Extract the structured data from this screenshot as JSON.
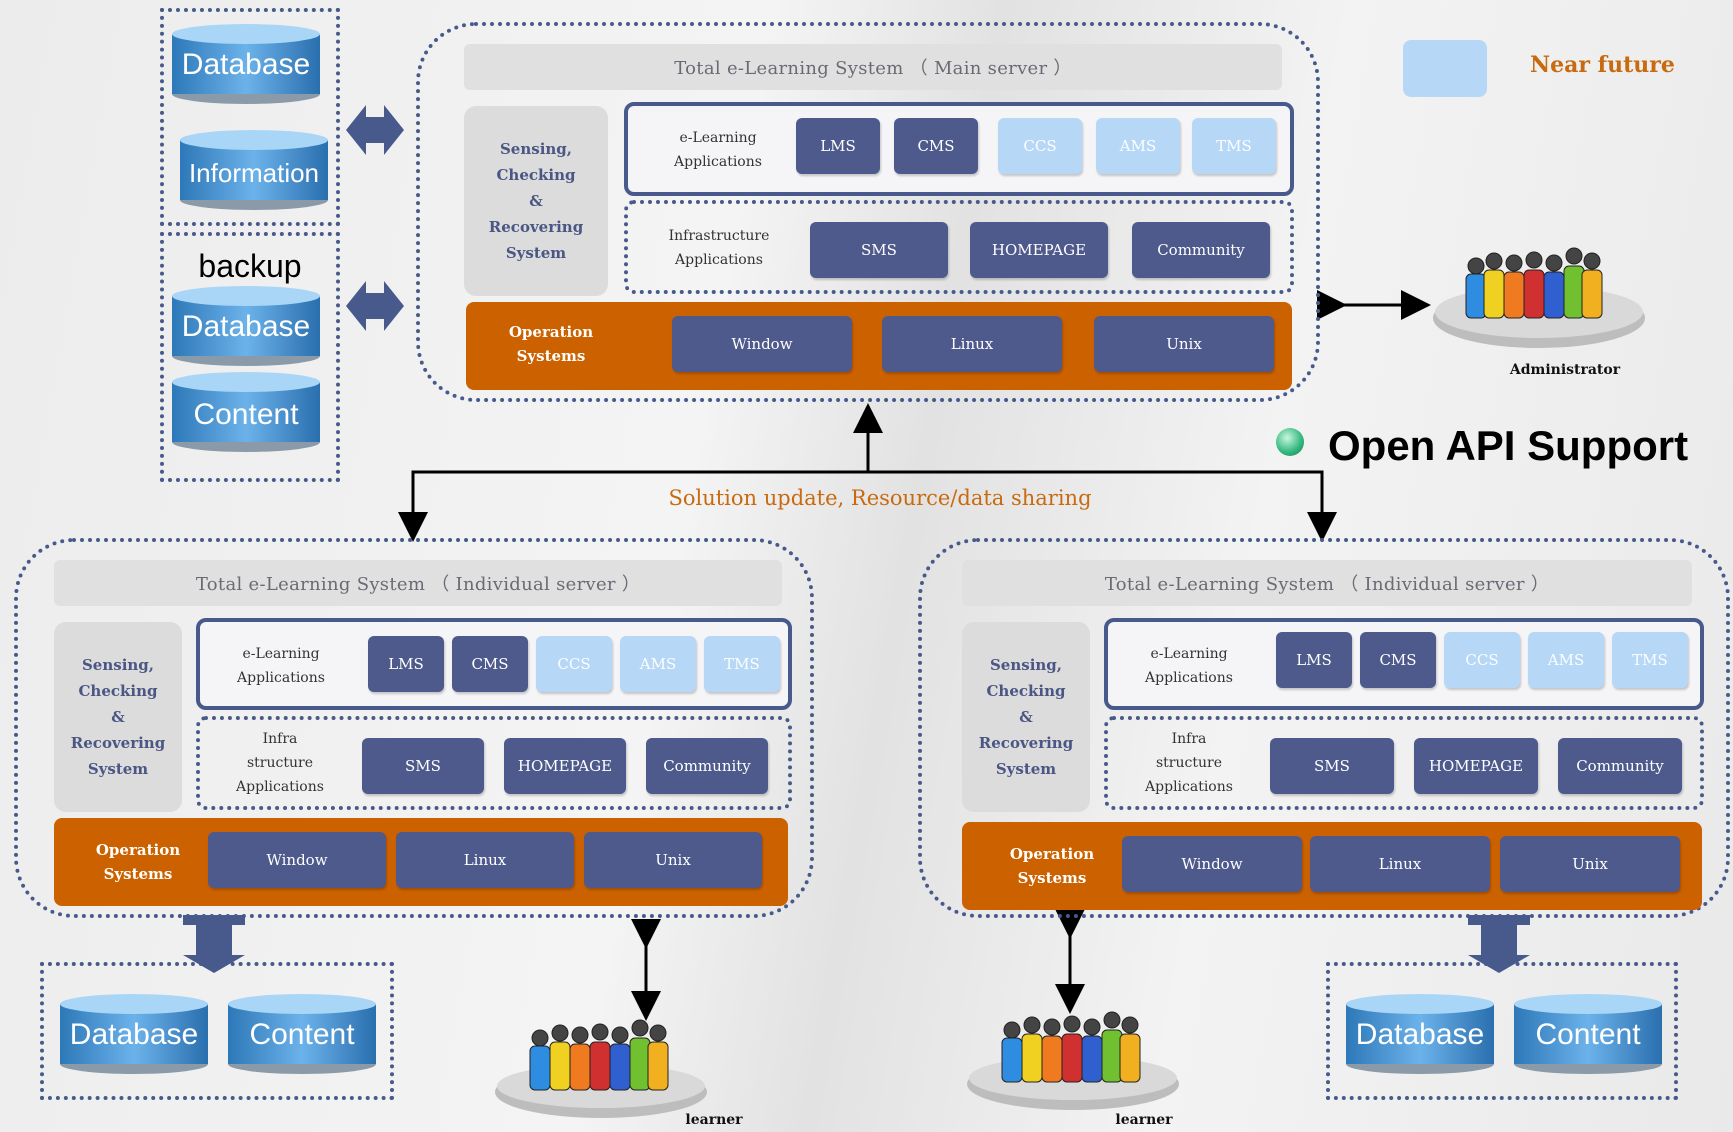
{
  "legend": {
    "label": "Near future",
    "swatch_color": "#b6d8f6"
  },
  "open_api": {
    "label": "Open API Support"
  },
  "connector": {
    "label": "Solution update, Resource/data sharing"
  },
  "main_server": {
    "title": "Total e-Learning System （ Main server ）",
    "sensing": "Sensing,\nChecking\n&\nRecovering\nSystem",
    "elearning_label": "e-Learning\nApplications",
    "elearning_apps": [
      "LMS",
      "CMS",
      "CCS",
      "AMS",
      "TMS"
    ],
    "infra_label": "Infrastructure\nApplications",
    "infra_apps": [
      "SMS",
      "HOMEPAGE",
      "Community"
    ],
    "os_label": "Operation\nSystems",
    "os_items": [
      "Window",
      "Linux",
      "Unix"
    ]
  },
  "left_server": {
    "title": "Total e-Learning System （ Individual server ）",
    "sensing": "Sensing,\nChecking\n&\nRecovering\nSystem",
    "elearning_label": "e-Learning\nApplications",
    "elearning_apps": [
      "LMS",
      "CMS",
      "CCS",
      "AMS",
      "TMS"
    ],
    "infra_label": "Infra\nstructure\nApplications",
    "infra_apps": [
      "SMS",
      "HOMEPAGE",
      "Community"
    ],
    "os_label": "Operation\nSystems",
    "os_items": [
      "Window",
      "Linux",
      "Unix"
    ]
  },
  "right_server": {
    "title": "Total e-Learning System （ Individual server ）",
    "sensing": "Sensing,\nChecking\n&\nRecovering\nSystem",
    "elearning_label": "e-Learning\nApplications",
    "elearning_apps": [
      "LMS",
      "CMS",
      "CCS",
      "AMS",
      "TMS"
    ],
    "infra_label": "Infra\nstructure\nApplications",
    "infra_apps": [
      "SMS",
      "HOMEPAGE",
      "Community"
    ],
    "os_label": "Operation\nSystems",
    "os_items": [
      "Window",
      "Linux",
      "Unix"
    ]
  },
  "storage": {
    "main_primary": [
      "Database",
      "Information"
    ],
    "backup_label": "backup",
    "main_backup": [
      "Database",
      "Content"
    ],
    "left": [
      "Database",
      "Content"
    ],
    "right": [
      "Database",
      "Content"
    ]
  },
  "people": {
    "administrator": "Administrator",
    "learner_left": "learner",
    "learner_right": "learner"
  },
  "colors": {
    "accent": "#4d5a8b",
    "os_orange": "#cc6100",
    "near_future": "#b6d8f6",
    "connector_text": "#c86a10"
  }
}
